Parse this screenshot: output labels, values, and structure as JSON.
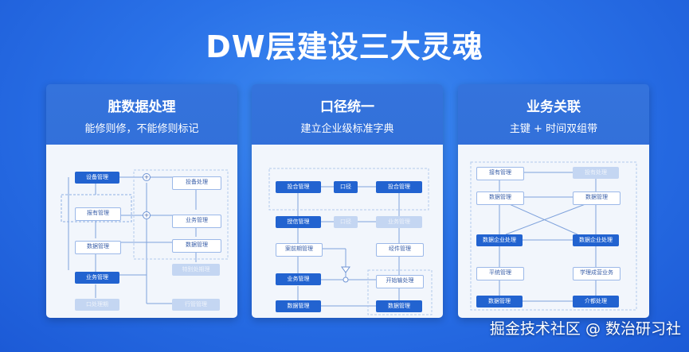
{
  "title": "DW层建设三大灵魂",
  "cards": [
    {
      "title": "脏数据处理",
      "subtitle": "能修则修，不能修则标记",
      "nodes": [
        "设备管理",
        "投备处理",
        "报有管理",
        "业务管理",
        "数据管理",
        "数据管理",
        "业务管理",
        "特别处期理",
        "口处理期",
        "行管管理"
      ]
    },
    {
      "title": "口径统一",
      "subtitle": "建立企业级标准字典",
      "nodes": [
        "投合管理",
        "口径",
        "投合管理",
        "授信管理",
        "口径",
        "业务管理",
        "案前期管理",
        "经件管理",
        "业务管理",
        "开始输处理",
        "数据管理",
        "数据管理"
      ]
    },
    {
      "title": "业务关联",
      "subtitle": "主键 + 时间双组带",
      "nodes": [
        "接有管理",
        "投有处理",
        "数据管理",
        "数据管理",
        "数据企业处理",
        "数据企业处理",
        "平统管理",
        "学理成营业务",
        "数据管理",
        "介都处理"
      ]
    }
  ],
  "watermark": "掘金技术社区 @ 数治研习社"
}
